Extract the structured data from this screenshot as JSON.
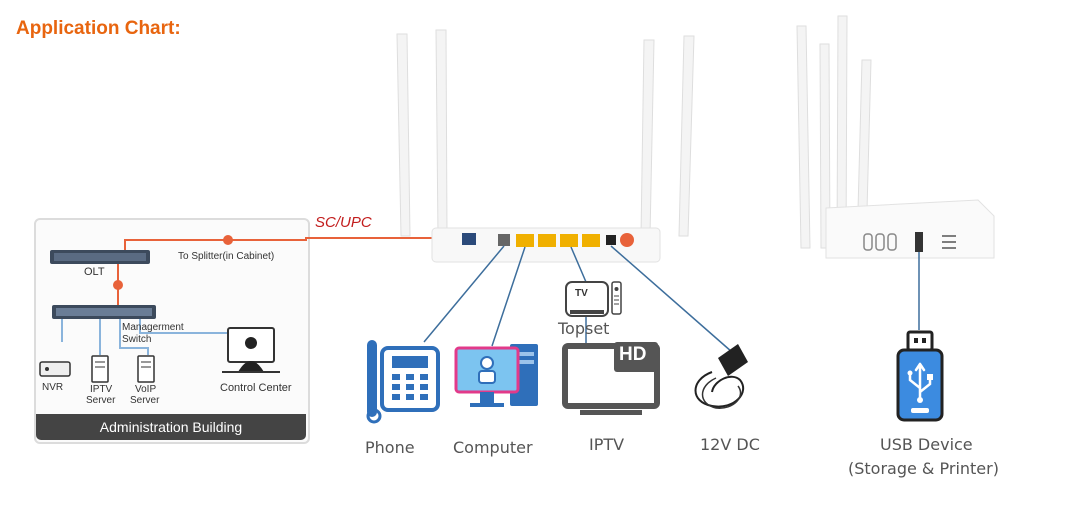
{
  "header": {
    "title": "Application Chart:"
  },
  "fiber": {
    "connector_label": "SC/UPC"
  },
  "admin": {
    "olt": "OLT",
    "splitter": "To Splitter(in Cabinet)",
    "switch_line1": "Managerment",
    "switch_line2": "Switch",
    "nvr": "NVR",
    "iptv_server_1": "IPTV",
    "iptv_server_2": "Server",
    "voip_server_1": "VoIP",
    "voip_server_2": "Server",
    "control_center": "Control Center",
    "building": "Administration Building"
  },
  "devices": {
    "phone": "Phone",
    "computer": "Computer",
    "iptv": "IPTV",
    "dc": "12V DC",
    "topset": "Topset",
    "tv_badge": "TV",
    "hd_badge": "HD",
    "usb_line1": "USB Device",
    "usb_line2": "(Storage & Printer)"
  },
  "colors": {
    "accent": "#e8650f",
    "fiber": "#e8623a",
    "link": "#3d6e9c",
    "device_blue": "#2f6fba",
    "usb_fill": "#3c8be0"
  }
}
